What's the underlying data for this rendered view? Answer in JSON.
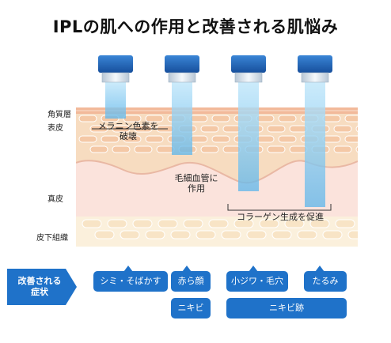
{
  "title": "IPLの肌への作用と改善される肌悩み",
  "layers": {
    "kakushitsu": "角質層",
    "hyohi": "表皮",
    "shinpi": "真皮",
    "hika": "皮下組織"
  },
  "annotations": {
    "melanin_line1": "メラニン色素を",
    "melanin_line2": "破壊",
    "vessel_line1": "毛細血管に",
    "vessel_line2": "作用",
    "collagen": "コラーゲン生成を促進"
  },
  "symptoms": {
    "heading_line1": "改善される",
    "heading_line2": "症状",
    "tags": [
      "シミ・そばかす",
      "赤ら顔",
      "小ジワ・毛穴",
      "たるみ",
      "ニキビ",
      "ニキビ跡"
    ]
  },
  "colors": {
    "applicator": "#1e5fb4",
    "light": "#7fc8ee",
    "tag": "#1f72c9",
    "epidermis": "#f7dcc0",
    "dermis": "#fbe3dc",
    "subcutis": "#fbf0dc"
  }
}
